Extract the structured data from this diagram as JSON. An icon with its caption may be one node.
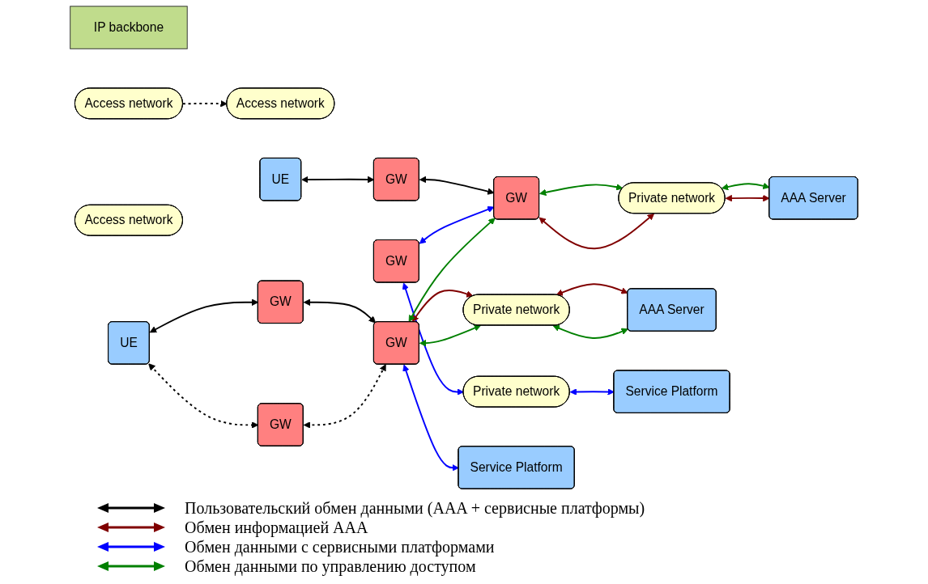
{
  "diagram": {
    "nodes": [
      {
        "text": [
          "IP backbone"
        ]
      },
      {
        "text": [
          "Service Platform"
        ]
      },
      {
        "text": [
          "Access network"
        ]
      },
      {
        "text": [
          "GW"
        ]
      },
      {
        "text": [
          "GW"
        ]
      },
      {
        "text": [
          "Service Platform"
        ]
      },
      {
        "text": [
          "Private network"
        ]
      },
      {
        "text": [
          "UE"
        ]
      },
      {
        "text": [
          "AAA Server"
        ]
      },
      {
        "text": [
          "Access network"
        ]
      },
      {
        "text": [
          "GW"
        ]
      },
      {
        "text": [
          "GW"
        ]
      },
      {
        "text": [
          "Private network"
        ]
      },
      {
        "text": [
          "Access network"
        ]
      },
      {
        "text": [
          "GW"
        ]
      },
      {
        "text": [
          "GW"
        ]
      },
      {
        "text": [
          "Private network"
        ]
      },
      {
        "text": [
          "UE"
        ]
      },
      {
        "text": [
          "AAA Server"
        ]
      }
    ],
    "edges": [
      {
        "from": 7,
        "to": 3,
        "arrow": "both"
      },
      {
        "from": 3,
        "to": 11,
        "arrow": "both"
      },
      {
        "from": 2,
        "to": 9,
        "arrow": "to",
        "style": "dashed"
      },
      {
        "from": 7,
        "to": 10,
        "arrow": "both",
        "style": "dashed"
      },
      {
        "from": 10,
        "to": 11,
        "arrow": "both",
        "style": "dashed"
      },
      {
        "from": 17,
        "to": 14,
        "arrow": "both"
      },
      {
        "from": 14,
        "to": 15,
        "arrow": "both"
      },
      {
        "from": 11,
        "to": 1,
        "arrow": "both",
        "color": "#0000ff"
      },
      {
        "from": 4,
        "to": 15,
        "arrow": "both",
        "color": "#0000ff"
      },
      {
        "from": 4,
        "to": 6,
        "arrow": "both",
        "color": "#0000ff"
      },
      {
        "from": 6,
        "to": 5,
        "arrow": "both",
        "color": "#0000ff"
      },
      {
        "from": 11,
        "to": 12,
        "arrow": "both",
        "color": "#800000"
      },
      {
        "from": 12,
        "to": 8,
        "arrow": "both",
        "color": "#800000"
      },
      {
        "from": 11,
        "to": 12,
        "arrow": "both",
        "color": "#008000"
      },
      {
        "from": 12,
        "to": 8,
        "arrow": "both",
        "color": "#008000"
      },
      {
        "from": 11,
        "to": 15,
        "arrow": "both",
        "color": "#008000"
      },
      {
        "from": 15,
        "to": 16,
        "arrow": "both",
        "color": "#008000"
      },
      {
        "from": 16,
        "to": 18,
        "arrow": "both",
        "color": "#008000"
      },
      {
        "from": 15,
        "to": 16,
        "arrow": "both",
        "color": "#800000"
      },
      {
        "from": 16,
        "to": 18,
        "arrow": "both",
        "color": "#800000"
      }
    ],
    "legend": [
      {
        "text": "Пользовательский обмен данными (AAA + сервисные платформы)"
      },
      {
        "text": "Обмен информацией AAA"
      },
      {
        "text": "Обмен данными с сервисными платформами"
      },
      {
        "text": "Обмен данными по управлению доступом"
      }
    ]
  }
}
